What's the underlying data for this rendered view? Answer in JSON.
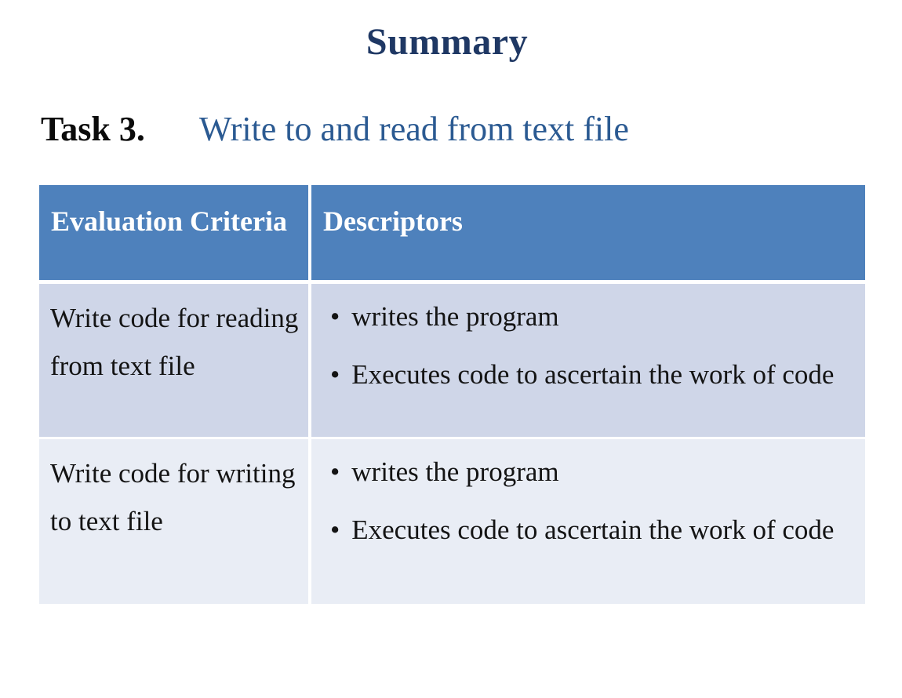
{
  "slide": {
    "title": "Summary",
    "task_label": "Task 3.",
    "task_title": "Write to and read from text file"
  },
  "table": {
    "columns": [
      "Evaluation Criteria",
      "Descriptors"
    ],
    "rows": [
      {
        "criteria": "Write code for reading from text file",
        "descriptors": [
          "writes the program",
          "Executes code to ascertain the work of code"
        ]
      },
      {
        "criteria": "Write code for writing to text file",
        "descriptors": [
          "writes the program",
          "Executes code to ascertain the work of code"
        ]
      }
    ]
  },
  "icons": {
    "bullet": "•"
  },
  "colors": {
    "title_text": "#1F3864",
    "task_title_text": "#2B5A92",
    "header_bg": "#4E81BC",
    "header_text": "#FFFFFF",
    "row_odd_bg": "#CFD6E8",
    "row_even_bg": "#E9EDF5",
    "body_text": "#141414"
  }
}
